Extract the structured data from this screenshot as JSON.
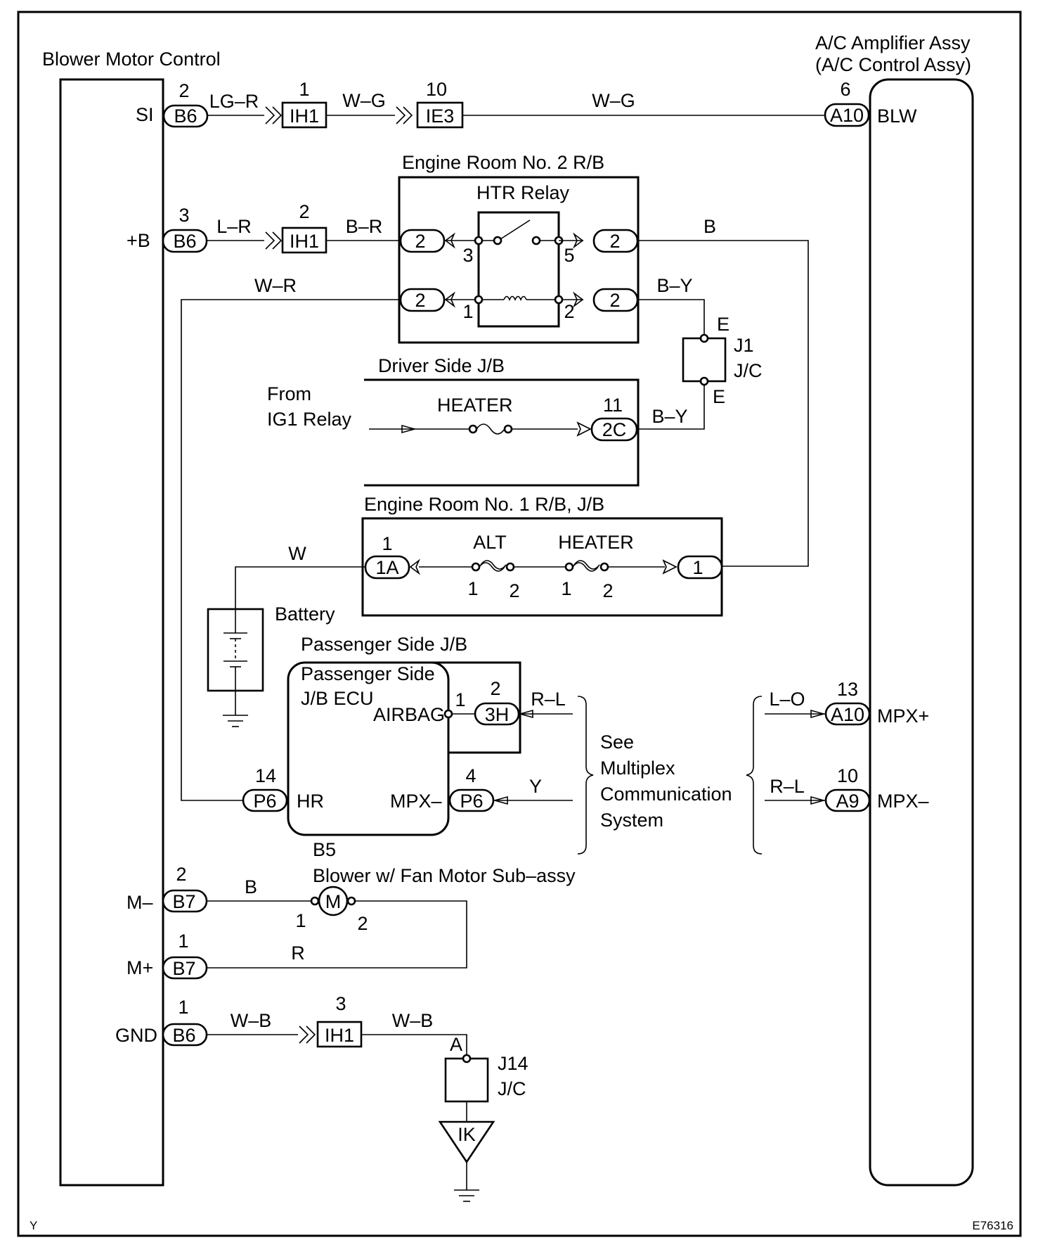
{
  "figure_code": "E76316",
  "corner_letter": "Y",
  "blocks": {
    "blower_motor_control": "Blower Motor Control",
    "ac_amp_line1": "A/C Amplifier Assy",
    "ac_amp_line2": "(A/C Control Assy)",
    "engine_room_2": "Engine Room No. 2 R/B",
    "htr_relay": "HTR Relay",
    "driver_jb": "Driver Side J/B",
    "from_line1": "From",
    "from_line2": "IG1 Relay",
    "heater_fuse": "HEATER",
    "engine_room_1": "Engine Room No. 1 R/B, J/B",
    "alt_fuse": "ALT",
    "heater_fuse2": "HEATER",
    "battery": "Battery",
    "passenger_jb": "Passenger Side J/B",
    "passenger_ecu_line1": "Passenger Side",
    "passenger_ecu_line2": "J/B ECU",
    "airbag": "AIRBAG",
    "hr": "HR",
    "mpx_minus_ecu": "MPX–",
    "see_line1": "See",
    "see_line2": "Multiplex",
    "see_line3": "Communication",
    "see_line4": "System",
    "b5": "B5",
    "blower_motor": "Blower w/ Fan Motor Sub–assy",
    "motor_symbol": "M",
    "j1": "J1",
    "j1_jc": "J/C",
    "j14": "J14",
    "j14_jc": "J/C",
    "ik": "IK"
  },
  "terminals": {
    "si": "SI",
    "plus_b": "+B",
    "m_minus": "M–",
    "m_plus": "M+",
    "gnd": "GND",
    "blw": "BLW",
    "mpx_plus": "MPX+",
    "mpx_minus": "MPX–"
  },
  "connectors": {
    "b6_si": {
      "code": "B6",
      "pin": "2"
    },
    "ih1_si": {
      "code": "IH1",
      "pin": "1"
    },
    "ie3": {
      "code": "IE3",
      "pin": "10"
    },
    "a10_blw": {
      "code": "A10",
      "pin": "6"
    },
    "b6_b": {
      "code": "B6",
      "pin": "3"
    },
    "ih1_b": {
      "code": "IH1",
      "pin": "2"
    },
    "er2_in_top": "2",
    "er2_in_bot": "2",
    "er2_out_top": "2",
    "er2_out_bot": "2",
    "relay_pin3": "3",
    "relay_pin5": "5",
    "relay_pin1": "1",
    "relay_pin2": "2",
    "j1_e_top": "E",
    "j1_e_bot": "E",
    "c2c": {
      "code": "2C",
      "pin": "11"
    },
    "c1a": {
      "code": "1A",
      "pin": "1"
    },
    "er1_out": "1",
    "alt_pin1": "1",
    "alt_pin2": "2",
    "htr_pin1": "1",
    "htr_pin2": "2",
    "c3h": {
      "code": "3H",
      "pin": "2"
    },
    "airbag_pin": "1",
    "p6_hr": {
      "code": "P6",
      "pin": "14"
    },
    "p6_mpx": {
      "code": "P6",
      "pin": "4"
    },
    "a10_mpx": {
      "code": "A10",
      "pin": "13"
    },
    "a9_mpx": {
      "code": "A9",
      "pin": "10"
    },
    "b7_m_minus": {
      "code": "B7",
      "pin": "2"
    },
    "b7_m_plus": {
      "code": "B7",
      "pin": "1"
    },
    "motor_pin1": "1",
    "motor_pin2": "2",
    "b6_gnd": {
      "code": "B6",
      "pin": "1"
    },
    "ih1_gnd": {
      "code": "IH1",
      "pin": "3"
    },
    "j14_a": "A"
  },
  "wires": {
    "si_1": "LG–R",
    "si_2": "W–G",
    "si_3": "W–G",
    "b_1": "L–R",
    "b_2": "B–R",
    "b_out": "B",
    "wr": "W–R",
    "by_1": "B–Y",
    "by_2": "B–Y",
    "w": "W",
    "rl_1": "R–L",
    "y": "Y",
    "lo": "L–O",
    "rl_2": "R–L",
    "m_b": "B",
    "m_r": "R",
    "gnd_1": "W–B",
    "gnd_2": "W–B"
  }
}
